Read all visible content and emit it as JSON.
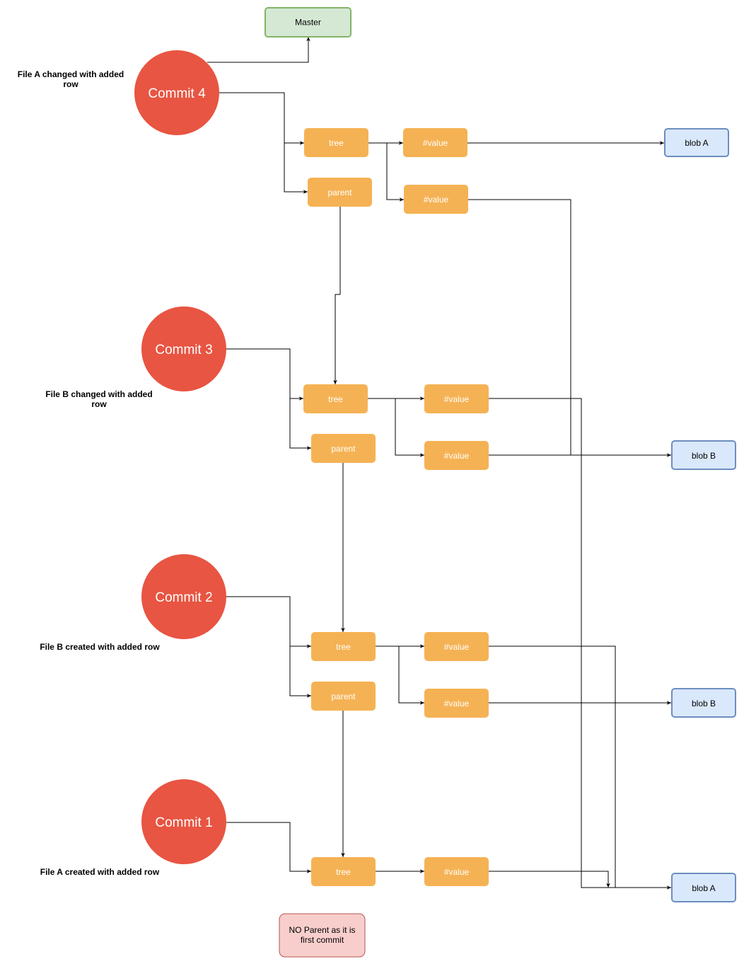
{
  "colors": {
    "commit_fill": "#E85542",
    "node_fill": "#F5B254",
    "node_text": "#FFFFFF",
    "blob_fill": "#DAE8FC",
    "blob_stroke": "#6C8EBF",
    "master_fill": "#D5E8D4",
    "master_stroke": "#82B366",
    "note_fill": "#F8CECC",
    "note_stroke": "#B85450",
    "edge": "#000000"
  },
  "master": {
    "label": "Master"
  },
  "commits": [
    {
      "label": "Commit 4",
      "description": [
        "File A changed with  added",
        "row"
      ],
      "tree": "tree",
      "parent": "parent",
      "values": [
        "#value",
        "#value"
      ]
    },
    {
      "label": "Commit 3",
      "description": [
        "File B changed with  added",
        "row"
      ],
      "tree": "tree",
      "parent": "parent",
      "values": [
        "#value",
        "#value"
      ]
    },
    {
      "label": "Commit 2",
      "description": [
        "File B created with  added row"
      ],
      "tree": "tree",
      "parent": "parent",
      "values": [
        "#value",
        "#value"
      ]
    },
    {
      "label": "Commit 1",
      "description": [
        "File A created with  added row"
      ],
      "tree": "tree",
      "values": [
        "#value"
      ]
    }
  ],
  "blobs": [
    "blob A",
    "blob B",
    "blob B",
    "blob A"
  ],
  "note": [
    "NO Parent as it is",
    "first commit"
  ]
}
